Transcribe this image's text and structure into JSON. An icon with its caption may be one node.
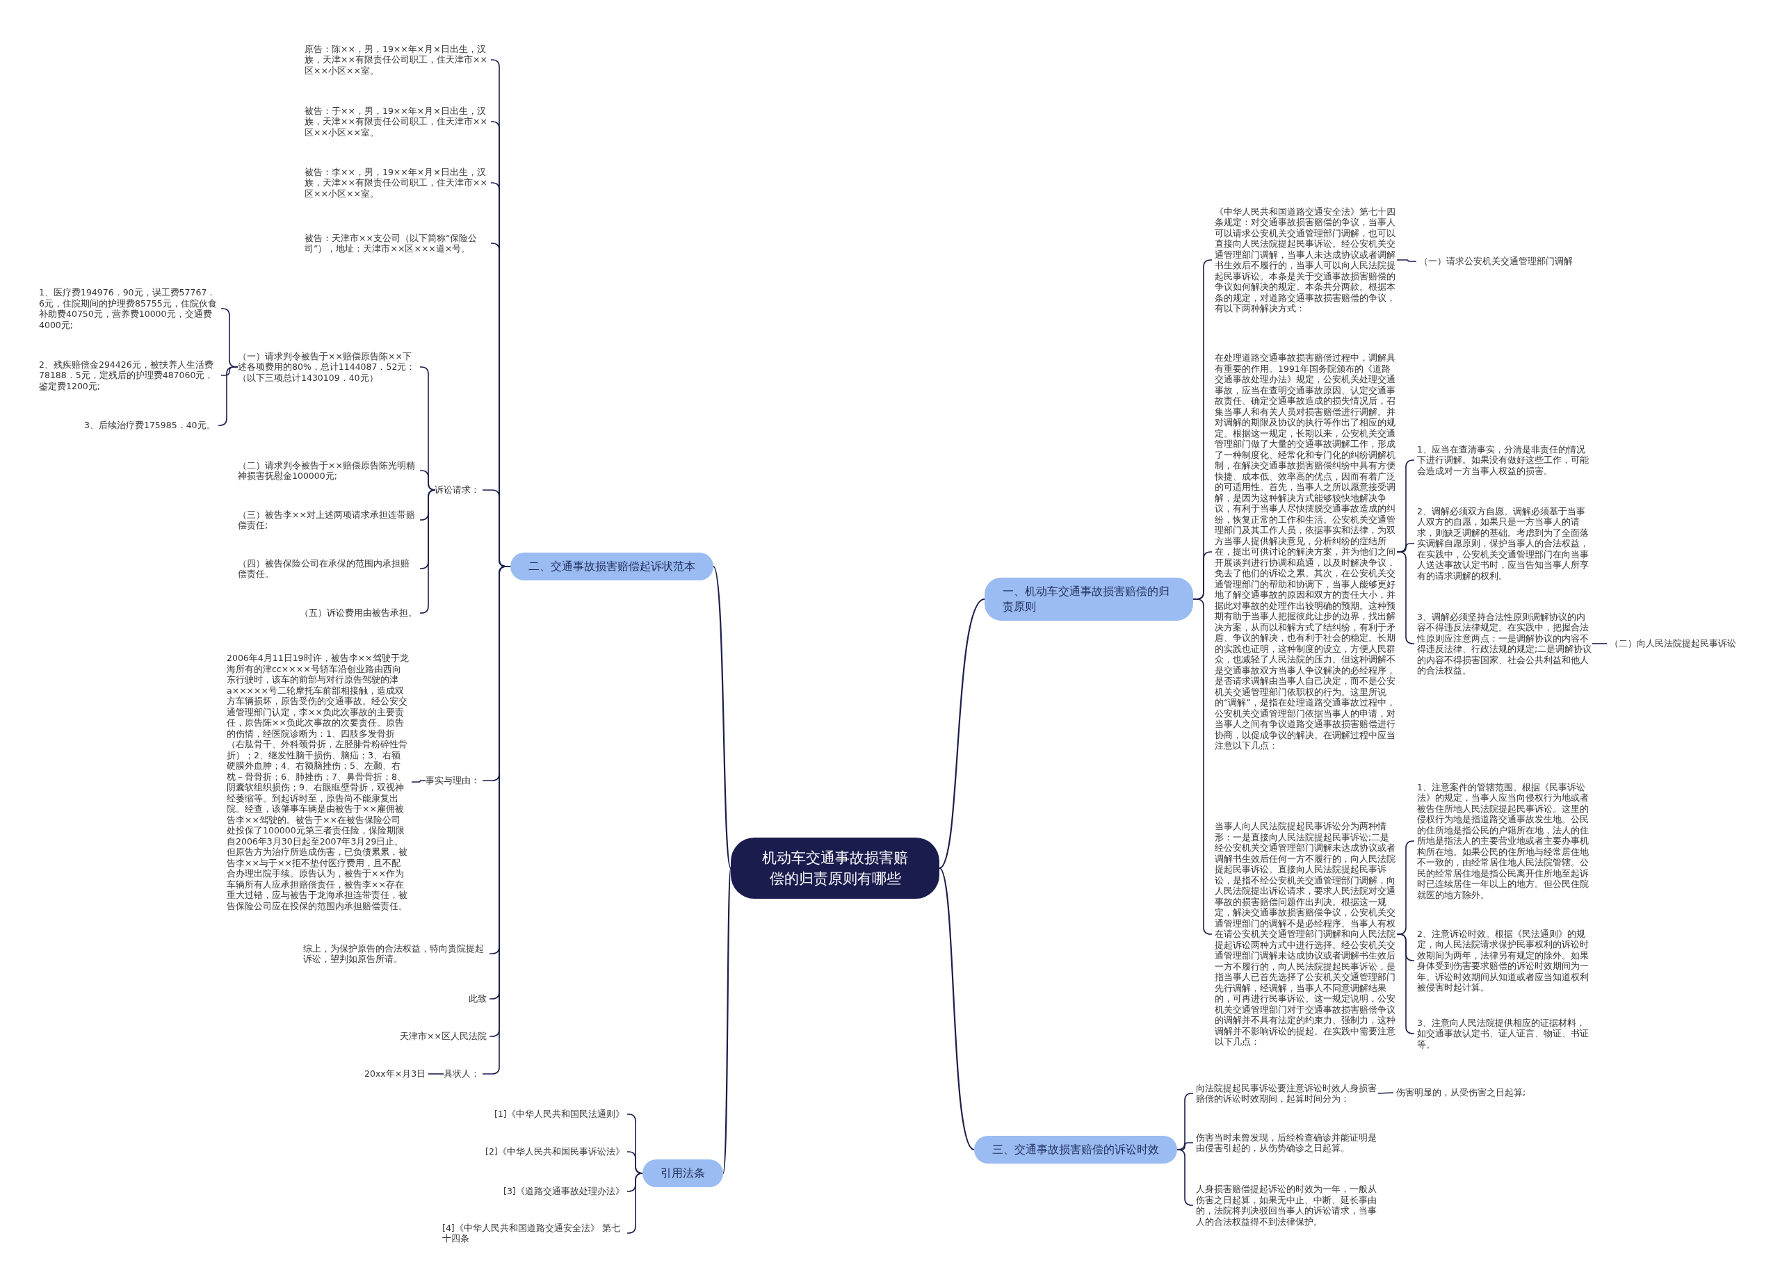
{
  "diagram": {
    "nodes": [
      {
        "text": [
          "机动车交通事故损害赔偿的归责原则有哪些"
        ]
      },
      {
        "text": [
          "一、机动车交通事故损害赔偿的归责原则"
        ]
      },
      {
        "text": [
          "《中华人民共和国道路交通安全法》第七十四条规定：对交通事故损害赔偿的争议，当事人可以请求公安机关交通管理部门调解，也可以直接向人民法院提起民事诉讼。经公安机关交通管理部门调解，当事人未达成协议或者调解书生效后不履行的，当事人可以向人民法院提起民事诉讼。本条是关于交通事故损害赔偿的争议如何解决的规定。本条共分两款。根据本条的规定，对道路交通事故损害赔偿的争议，有以下两种解决方式："
        ]
      },
      {
        "text": [
          "（一）请求公安机关交通管理部门调解"
        ]
      },
      {
        "text": [
          "在处理道路交通事故损害赔偿过程中，调解具有重要的作用。1991年国务院颁布的《道路交通事故处理办法》规定，公安机关处理交通事故，应当在查明交通事故原因、认定交通事故责任、确定交通事故造成的损失情况后，召集当事人和有关人员对损害赔偿进行调解。并对调解的期限及协议的执行等作出了相应的规定。根据这一规定，长期以来，公安机关交通管理部门做了大量的交通事故调解工作，形成了一种制度化、经常化和专门化的纠纷调解机制，在解决交通事故损害赔偿纠纷中具有方便快捷、成本低、效率高的优点，因而有着广泛的可适用性。首先，当事人之所以愿意接受调解，是因为这种解决方式能够较快地解决争议，有利于当事人尽快摆脱交通事故造成的纠纷，恢复正常的工作和生活。公安机关交通管理部门及其工作人员，依据事实和法律，为双方当事人提供解决意见，分析纠纷的症结所在，提出可供讨论的解决方案，并为他们之间开展谈判进行协调和疏通，以及时解决争议，免去了他们的诉讼之累。其次，在公安机关交通管理部门的帮助和协调下，当事人能够更好地了解交通事故的原因和双方的责任大小，并据此对事故的处理作出较明确的预期。这种预期有助于当事人把握彼此让步的边界，找出解决方案，从而以和解方式了结纠纷，有利于矛盾、争议的解决，也有利于社会的稳定。长期的实践也证明，这种制度的设立，方便人民群众，也减轻了人民法院的压力。但这种调解不是交通事故双方当事人争议解决的必经程序，是否请求调解由当事人自己决定，而不是公安机关交通管理部门依职权的行为。这里所说的“调解”，是指在处理道路交通事故过程中，公安机关交通管理部门依据当事人的申请，对当事人之间有争议道路交通事故损害赔偿进行协商，以促成争议的解决。在调解过程中应当注意以下几点："
        ]
      },
      {
        "text": [
          "1、应当在查清事实，分清是非责任的情况下进行调解。如果没有做好这些工作，可能会造成对一方当事人权益的损害。"
        ]
      },
      {
        "text": [
          "2、调解必须双方自愿。调解必须基于当事人双方的自愿，如果只是一方当事人的请求，则缺乏调解的基础。考虑到为了全面落实调解自愿原则，保护当事人的合法权益，在实践中，公安机关交通管理部门在向当事人送达事故认定书时，应当告知当事人所享有的请求调解的权利。"
        ]
      },
      {
        "text": [
          "3、调解必须坚持合法性原则调解协议的内容不得违反法律规定。在实践中，把握合法性原则应注意两点：一是调解协议的内容不得违反法律、行政法规的规定;二是调解协议的内容不得损害国家、社会公共利益和他人的合法权益。"
        ]
      },
      {
        "text": [
          "（二）向人民法院提起民事诉讼"
        ]
      },
      {
        "text": [
          "当事人向人民法院提起民事诉讼分为两种情形：一是直接向人民法院提起民事诉讼;二是经公安机关交通管理部门调解未达成协议或者调解书生效后任何一方不履行的，向人民法院提起民事诉讼。直接向人民法院提起民事诉讼，是指不经公安机关交通管理部门调解，向人民法院提出诉讼请求，要求人民法院对交通事故的损害赔偿问题作出判决。根据这一规定，解决交通事故损害赔偿争议，公安机关交通管理部门的调解不是必经程序。当事人有权在请公安机关交通管理部门调解和向人民法院提起诉讼两种方式中进行选择。经公安机关交通管理部门调解未达成协议或者调解书生效后一方不履行的，向人民法院提起民事诉讼，是指当事人已首先选择了公安机关交通管理部门先行调解，经调解，当事人不同意调解结果的，可再进行民事诉讼。这一规定说明，公安机关交通管理部门对于交通事故损害赔偿争议的调解并不具有法定的约束力、强制力，这种调解并不影响诉讼的提起。在实践中需要注意以下几点："
        ]
      },
      {
        "text": [
          "1、注意案件的管辖范围。根据《民事诉讼法》的规定，当事人应当向侵权行为地或者被告住所地人民法院提起民事诉讼。这里的侵权行为地是指道路交通事故发生地。公民的住所地是指公民的户籍所在地，法人的住所地是指法人的主要营业地或者主要办事机构所在地。如果公民的住所地与经常居住地不一致的，由经常居住地人民法院管辖。公民的经常居住地是指公民离开住所地至起诉时已连续居住一年以上的地方。但公民住院就医的地方除外。"
        ]
      },
      {
        "text": [
          "2、注意诉讼时效。根据《民法通则》的规定，向人民法院请求保护民事权利的诉讼时效期间为两年，法律另有规定的除外。如果身体受到伤害要求赔偿的诉讼时效期间为一年。诉讼时效期间从知道或者应当知道权利被侵害时起计算。"
        ]
      },
      {
        "text": [
          "3、注意向人民法院提供相应的证据材料，如交通事故认定书、证人证言、物证、书证等。"
        ]
      },
      {
        "text": [
          "二、交通事故损害赔偿起诉状范本"
        ]
      },
      {
        "text": [
          "原告：陈××，男，19××年×月×日出生，汉族，天津××有限责任公司职工，住天津市××区××小区××室。"
        ]
      },
      {
        "text": [
          "被告：于××，男，19××年×月×日出生，汉族，天津××有限责任公司职工，住天津市××区××小区××室。"
        ]
      },
      {
        "text": [
          "被告：李××，男，19××年×月×日出生，汉族，天津××有限责任公司职工，住天津市××区××小区××室。"
        ]
      },
      {
        "text": [
          "被告：天津市××支公司（以下简称“保险公司”），地址：天津市××区×××道×号。"
        ]
      },
      {
        "text": [
          "诉讼请求："
        ]
      },
      {
        "text": [
          "（一）请求判令被告于××赔偿原告陈××下述各项费用的80%，总计1144087．52元：（以下三项总计1430109．40元）"
        ]
      },
      {
        "text": [
          "1、医疗费194976．90元，误工费57767．6元，住院期间的护理费85755元，住院伙食补助费40750元，营养费10000元，交通费4000元;"
        ]
      },
      {
        "text": [
          "2、残疾赔偿金294426元，被扶养人生活费78188．5元，定残后的护理费487060元，鉴定费1200元;"
        ]
      },
      {
        "text": [
          "3、后续治疗费175985．40元。"
        ]
      },
      {
        "text": [
          "（二）请求判令被告于××赔偿原告陈光明精神损害抚慰金100000元;"
        ]
      },
      {
        "text": [
          "（三）被告李××对上述两项请求承担连带赔偿责任;"
        ]
      },
      {
        "text": [
          "（四）被告保险公司在承保的范围内承担赔偿责任。"
        ]
      },
      {
        "text": [
          "（五）诉讼费用由被告承担。"
        ]
      },
      {
        "text": [
          "事实与理由："
        ]
      },
      {
        "text": [
          "2006年4月11日19时许，被告李××驾驶于龙海所有的津cc××××号轿车沿创业路由西向东行驶时，该车的前部与对行原告驾驶的津a×××××号二轮摩托车前部相接触，造成双方车辆损坏，原告受伤的交通事故。经公安交通管理部门认定，李××负此次事故的主要责任，原告陈××负此次事故的次要责任。原告的伤情，经医院诊断为：1、四肢多发骨折（右肱骨干、外科颈骨折，左胫腓骨粉碎性骨折）；2、继发性脑干损伤、脑疝；3、右额硬膜外血肿；4、右额脑挫伤；5、左颞、右枕－骨骨折；6、肺挫伤；7、鼻骨骨折；8、阴囊软组织损伤；9、右眼眶壁骨折，双视神经萎缩等。到起诉时至，原告尚不能康复出院。经查，该肇事车辆是由被告于××雇佣被告李××驾驶的。被告于××在被告保险公司处投保了100000元第三者责任险，保险期限自2006年3月30日起至2007年3月29日止。但原告方为治疗所造成伤害，已负债累累，被告李××与于××拒不垫付医疗费用，且不配合办理出院手续。原告认为，被告于××作为车辆所有人应承担赔偿责任，被告李××存在重大过错，应与被告于龙海承担连带责任，被告保险公司应在投保的范围内承担赔偿责任。"
        ]
      },
      {
        "text": [
          "综上，为保护原告的合法权益，特向贵院提起诉讼，望判如原告所请。"
        ]
      },
      {
        "text": [
          "此致"
        ]
      },
      {
        "text": [
          "天津市××区人民法院"
        ]
      },
      {
        "text": [
          "具状人："
        ]
      },
      {
        "text": [
          "20xx年×月3日"
        ]
      },
      {
        "text": [
          "三、交通事故损害赔偿的诉讼时效"
        ]
      },
      {
        "text": [
          "向法院提起民事诉讼要注意诉讼时效人身损害赔偿的诉讼时效期间，起算时间分为："
        ]
      },
      {
        "text": [
          "伤害明显的，从受伤害之日起算;"
        ]
      },
      {
        "text": [
          "伤害当时未曾发现，后经检查确诊并能证明是由侵害引起的，从伤势确诊之日起算。"
        ]
      },
      {
        "text": [
          "人身损害赔偿提起诉讼的时效为一年，一般从伤害之日起算，如果无中止、中断、延长事由的，法院将判决驳回当事人的诉讼请求，当事人的合法权益得不到法律保护。"
        ]
      },
      {
        "text": [
          "引用法条"
        ]
      },
      {
        "text": [
          "[1]《中华人民共和国民法通则》"
        ]
      },
      {
        "text": [
          "[2]《中华人民共和国民事诉讼法》"
        ]
      },
      {
        "text": [
          "[3]《道路交通事故处理办法》"
        ]
      },
      {
        "text": [
          "[4]《中华人民共和国道路交通安全法》 第七十四条"
        ]
      }
    ],
    "edges": [
      {
        "from": 0,
        "to": 1,
        "arrow": "none"
      },
      {
        "from": 1,
        "to": 2,
        "arrow": "none"
      },
      {
        "from": 2,
        "to": 3,
        "arrow": "none"
      },
      {
        "from": 1,
        "to": 4,
        "arrow": "none"
      },
      {
        "from": 4,
        "to": 5,
        "arrow": "none"
      },
      {
        "from": 4,
        "to": 6,
        "arrow": "none"
      },
      {
        "from": 4,
        "to": 7,
        "arrow": "none"
      },
      {
        "from": 7,
        "to": 8,
        "arrow": "none"
      },
      {
        "from": 1,
        "to": 9,
        "arrow": "none"
      },
      {
        "from": 9,
        "to": 10,
        "arrow": "none"
      },
      {
        "from": 9,
        "to": 11,
        "arrow": "none"
      },
      {
        "from": 9,
        "to": 12,
        "arrow": "none"
      },
      {
        "from": 0,
        "to": 13,
        "arrow": "none"
      },
      {
        "from": 13,
        "to": 14,
        "arrow": "none"
      },
      {
        "from": 13,
        "to": 15,
        "arrow": "none"
      },
      {
        "from": 13,
        "to": 16,
        "arrow": "none"
      },
      {
        "from": 13,
        "to": 17,
        "arrow": "none"
      },
      {
        "from": 13,
        "to": 18,
        "arrow": "none"
      },
      {
        "from": 18,
        "to": 19,
        "arrow": "none"
      },
      {
        "from": 19,
        "to": 20,
        "arrow": "none"
      },
      {
        "from": 19,
        "to": 21,
        "arrow": "none"
      },
      {
        "from": 19,
        "to": 22,
        "arrow": "none"
      },
      {
        "from": 18,
        "to": 23,
        "arrow": "none"
      },
      {
        "from": 18,
        "to": 24,
        "arrow": "none"
      },
      {
        "from": 18,
        "to": 25,
        "arrow": "none"
      },
      {
        "from": 18,
        "to": 26,
        "arrow": "none"
      },
      {
        "from": 13,
        "to": 27,
        "arrow": "none"
      },
      {
        "from": 27,
        "to": 28,
        "arrow": "none"
      },
      {
        "from": 13,
        "to": 29,
        "arrow": "none"
      },
      {
        "from": 13,
        "to": 30,
        "arrow": "none"
      },
      {
        "from": 13,
        "to": 31,
        "arrow": "none"
      },
      {
        "from": 13,
        "to": 32,
        "arrow": "none"
      },
      {
        "from": 32,
        "to": 33,
        "arrow": "none"
      },
      {
        "from": 0,
        "to": 34,
        "arrow": "none"
      },
      {
        "from": 34,
        "to": 35,
        "arrow": "none"
      },
      {
        "from": 35,
        "to": 36,
        "arrow": "none"
      },
      {
        "from": 34,
        "to": 37,
        "arrow": "none"
      },
      {
        "from": 34,
        "to": 38,
        "arrow": "none"
      },
      {
        "from": 0,
        "to": 39,
        "arrow": "none"
      },
      {
        "from": 39,
        "to": 40,
        "arrow": "none"
      },
      {
        "from": 39,
        "to": 41,
        "arrow": "none"
      },
      {
        "from": 39,
        "to": 42,
        "arrow": "none"
      },
      {
        "from": 39,
        "to": 43,
        "arrow": "none"
      }
    ]
  }
}
